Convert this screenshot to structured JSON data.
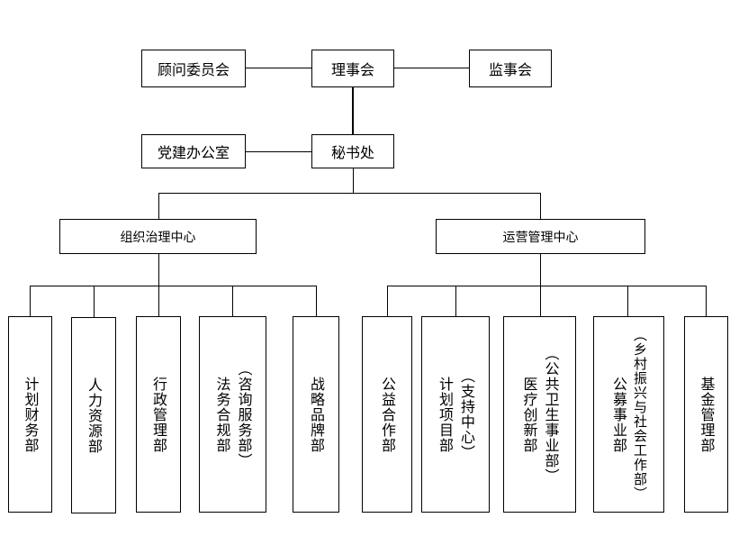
{
  "top": {
    "advisory_committee": "顾问委员会",
    "council": "理事会",
    "supervisory_board": "监事会"
  },
  "second": {
    "party_office": "党建办公室",
    "secretariat": "秘书处"
  },
  "centers": {
    "governance": "组织治理中心",
    "operations": "运营管理中心"
  },
  "governance_departments": [
    "计划财务部",
    "人力资源部",
    "行政管理部",
    "法务合规部",
    "（咨询服务部）",
    "战略品牌部"
  ],
  "operations_departments": [
    "公益合作部",
    "计划项目部",
    "（支持中心）",
    "医疗创新部",
    "（公共卫生事业部）",
    "公募事业部",
    "（乡村振兴与社会工作部）",
    "基金管理部"
  ]
}
